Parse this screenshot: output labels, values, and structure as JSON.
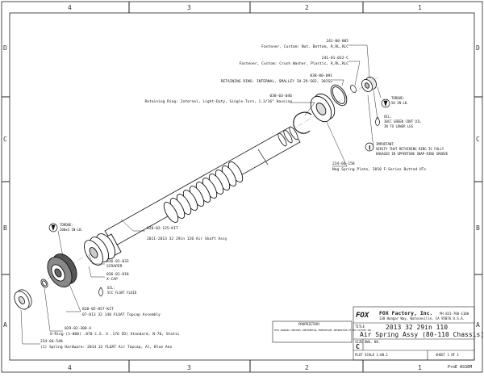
{
  "border": {
    "columns_top": [
      "4",
      "3",
      "2",
      "1"
    ],
    "columns_bottom": [
      "4",
      "3",
      "2",
      "1"
    ],
    "rows_left": [
      "D",
      "C",
      "B",
      "A"
    ],
    "rows_right": [
      "D",
      "C",
      "B",
      "A"
    ]
  },
  "callouts": {
    "nut": {
      "part_no": "241-00-005",
      "desc": "Fastener, Custom: Nut, Bottom, R,RL,RLC"
    },
    "washer": {
      "part_no": "241-01-032-C",
      "desc": "Fastener, Custom: Crush Washer, Plastic, R,RL,RLC"
    },
    "retaining_ring": {
      "part_no": "038-00-091",
      "desc": "RETAINING RING: INTERNAL, SMALLEY IH-29-S02, 302SS"
    },
    "housing_ring": {
      "part_no": "038-03-046",
      "desc": "Retaining Ring: Internal, Light-Duty, Single-Turn, 1.3/16\" Housing"
    },
    "torque_nut": {
      "title": "TORQUE:",
      "value": "50 IN-LB."
    },
    "oil_note": {
      "title": "OIL:",
      "line1": "30CC GREEN CONT OIL",
      "line2": "IN TO LOWER LEG"
    },
    "important": {
      "title": "IMPORTANT:",
      "line1": "VERIFY THAT RETAINING RING IS FULLY",
      "line2": "ENGAGED IN UPPERTUBE SNAP-RING GROOVE"
    },
    "spring_plate": {
      "part_no": "234-04-158",
      "desc": "Neg Spring Plate, 2010 F-Series Butted UTs"
    },
    "air_shaft": {
      "part_no": "820-02-125-KIT",
      "desc": "2011-2013 32 29in 120 Air Shaft Assy"
    },
    "scraper": {
      "part_no": "036-01-033",
      "desc": "SCRAPER"
    },
    "xcap": {
      "part_no": "036-01-018",
      "desc": "X-CAP"
    },
    "oil_float": {
      "title": "OIL:",
      "line1": "5CC FLOAT FLUID"
    },
    "torque_cap": {
      "title": "TORQUE:",
      "value": "200±5 IN-LB."
    },
    "topcap": {
      "part_no": "820-05-857-KIT",
      "desc": "07-013 32 140 FLOAT Topcap Assembly"
    },
    "oring": {
      "part_no": "029-02-308-A",
      "desc": "O-Ring (1-008) .070 C.S. X .176 ID) Standard, N-70, Static"
    },
    "spring_hw": {
      "part_no": "234-04-540",
      "desc": "(1) Spring Hardware: 2014 32 FLOAT Air Topcap, Al, Blue Ano"
    }
  },
  "title_block": {
    "company": "FOX Factory, Inc.",
    "address": "130 Hangar Way, Watsonville, CA 95076 U.S.A.",
    "phone": "PH 831-768-1100",
    "title_label": "TITLE",
    "title_line1": "2013 32 29in 110",
    "title_line2": "Air Spring Assy (80-110 Chassis)",
    "size_label": "SIZE",
    "size_value": "C",
    "dwg_label": "DWG. NO.",
    "scale": "PLOT SCALE 1:00.1",
    "sheet": "SHEET 1 OF 1",
    "proprietary_title": "PROPRIETARY",
    "proprietary_text": "THIS DRAWING CONTAINS CONFIDENTIAL PROPRIETARY INFORMATION OF FOX FACTORY INC.",
    "logo": "FOX",
    "footer": "ProE ASSEM"
  }
}
